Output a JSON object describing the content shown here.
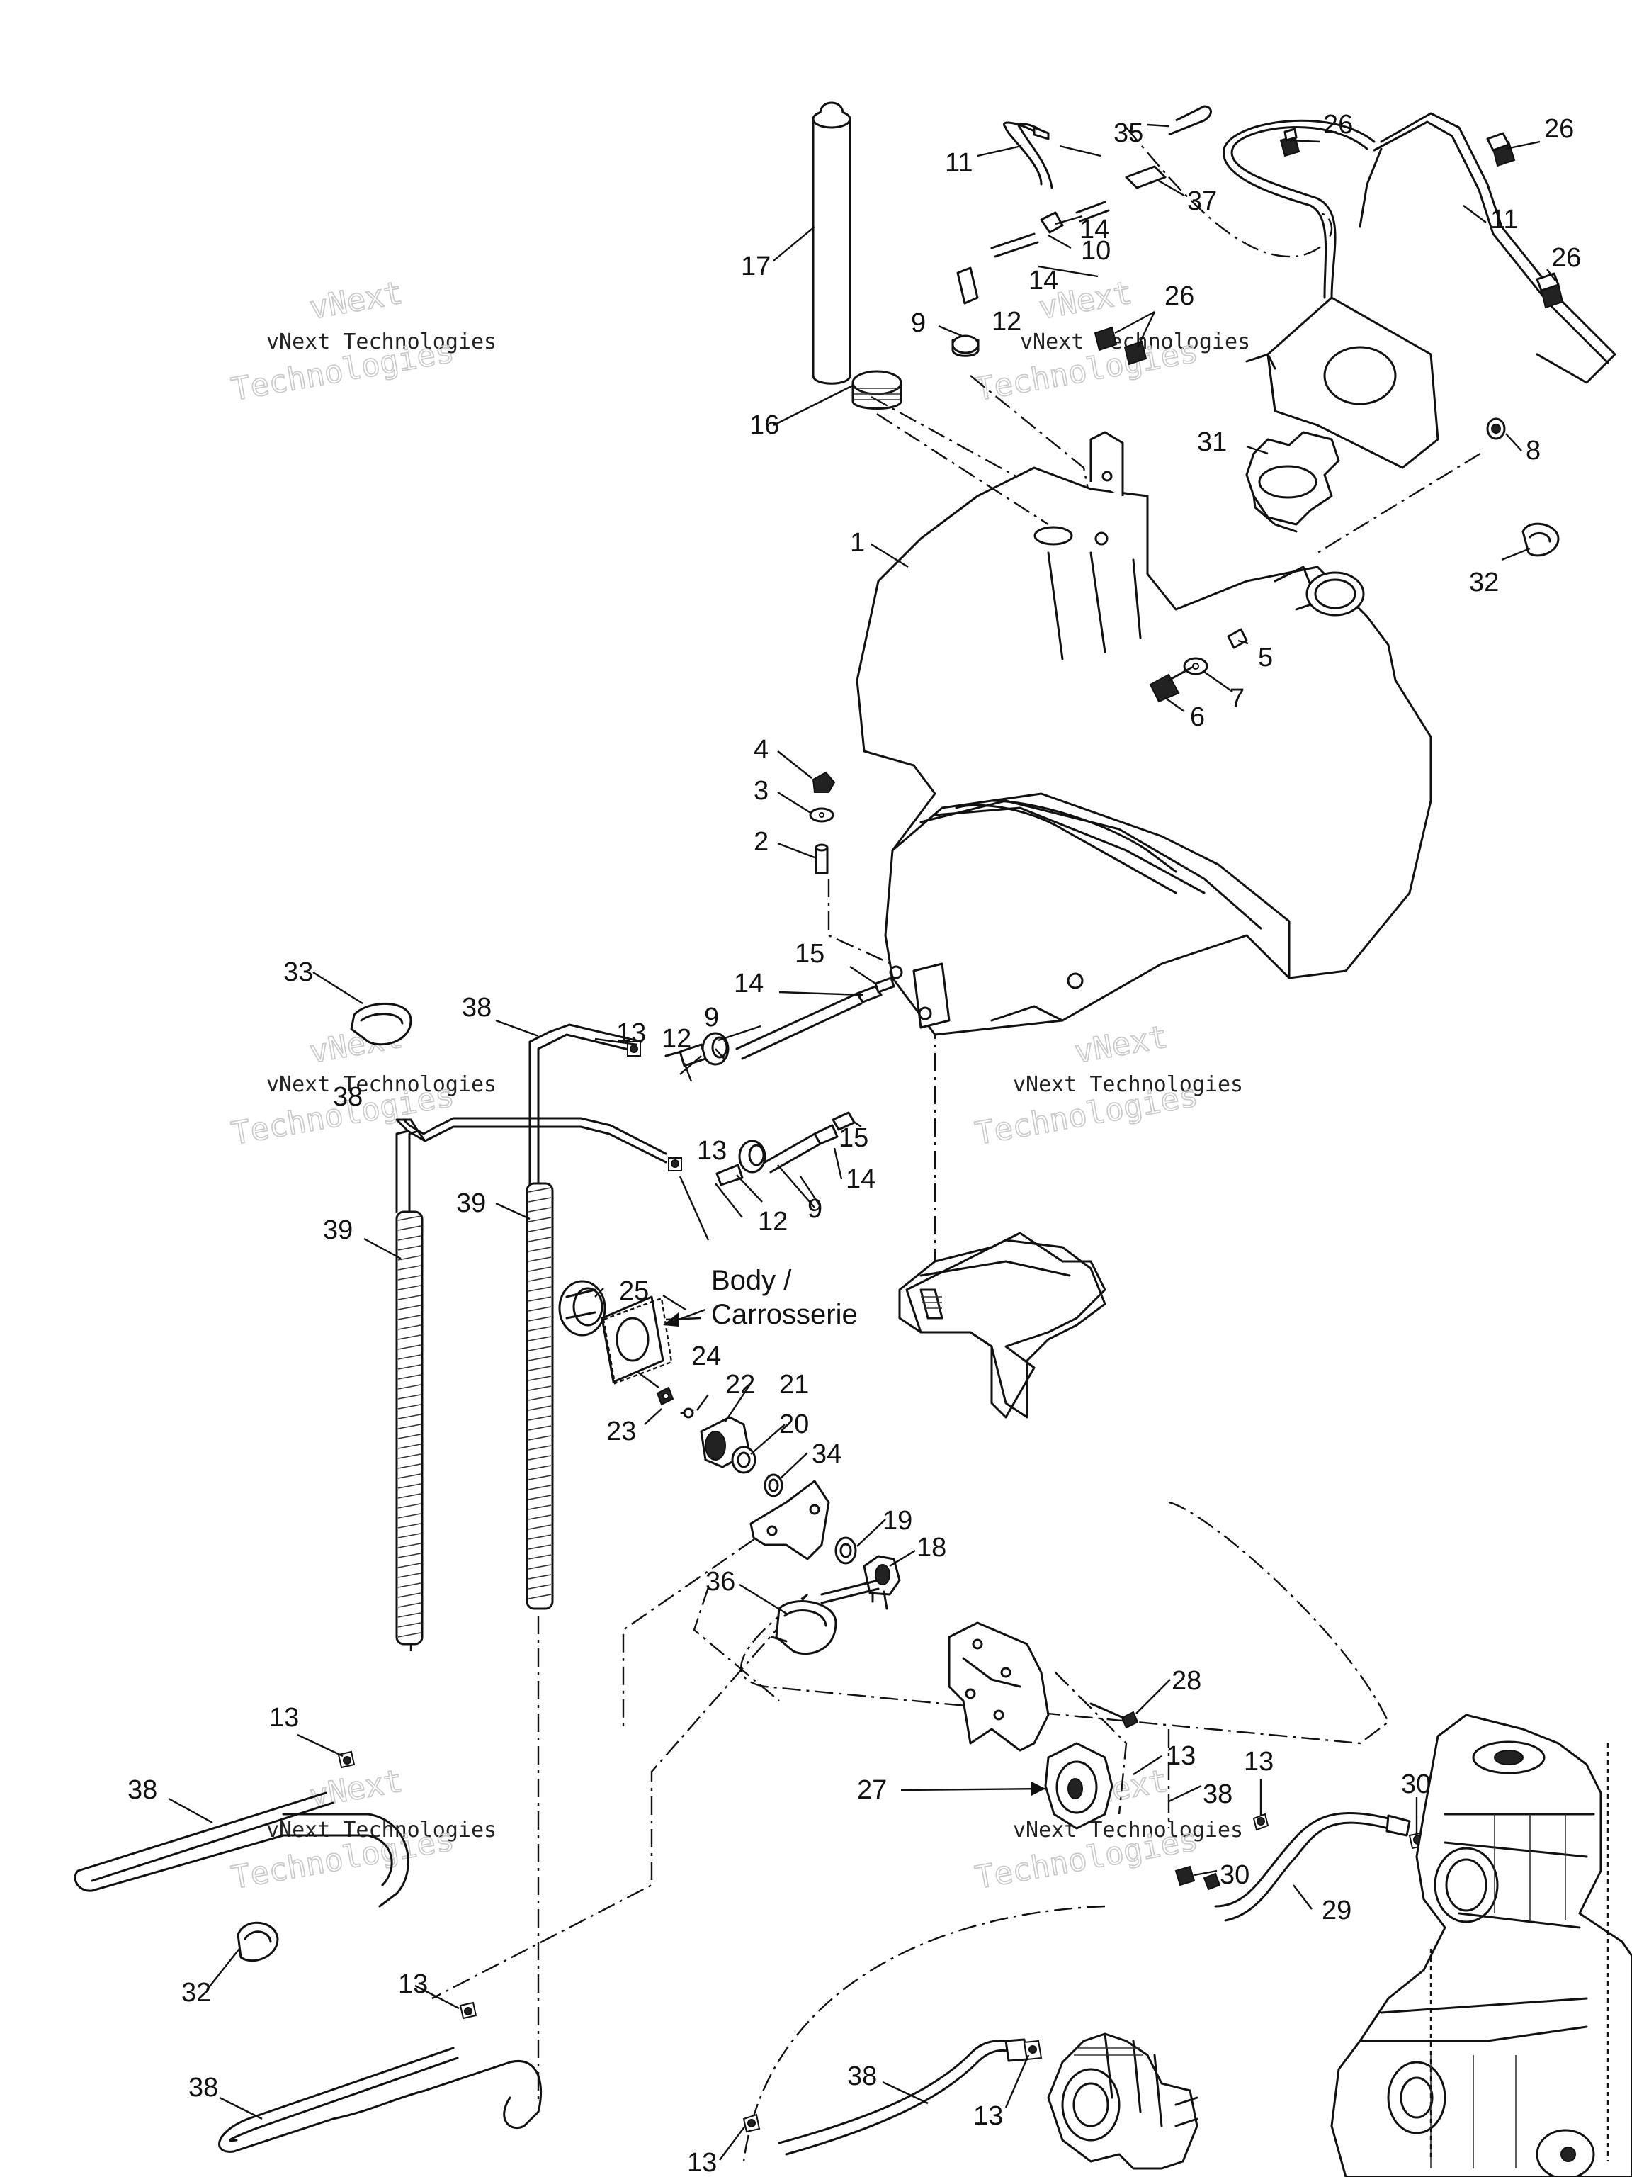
{
  "watermark": {
    "line1": "vNext",
    "line2": "Technologies",
    "line_full": "vNext Technologies"
  },
  "body_label": {
    "line1": "Body /",
    "line2": "Carrosserie"
  },
  "callouts": [
    "1",
    "2",
    "3",
    "4",
    "5",
    "6",
    "7",
    "8",
    "9",
    "10",
    "11",
    "12",
    "13",
    "14",
    "15",
    "16",
    "17",
    "18",
    "19",
    "20",
    "21",
    "22",
    "23",
    "24",
    "25",
    "26",
    "27",
    "28",
    "29",
    "30",
    "31",
    "32",
    "33",
    "34",
    "35",
    "36",
    "37",
    "38",
    "39"
  ],
  "icons": {
    "fuel_tank": "fuel-tank-icon",
    "filler_neck": "filler-neck-icon",
    "fuel_cap": "fuel-cap-icon",
    "fuel_pump": "fuel-pump-icon",
    "fuel_valve": "fuel-valve-icon",
    "carburetor": "carburetor-icon",
    "engine": "engine-icon"
  }
}
